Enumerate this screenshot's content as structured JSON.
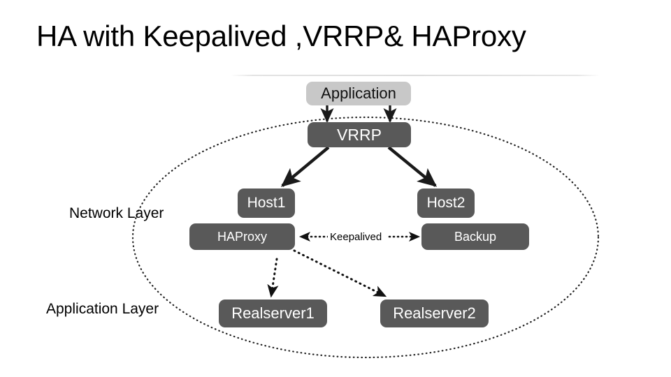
{
  "slide": {
    "title": "HA with Keepalived ,VRRP& HAProxy",
    "background_color": "#ffffff"
  },
  "diagram": {
    "boundary_shape": "dotted-ellipse",
    "colors": {
      "node_dark": "#595959",
      "node_light": "#c8c8c8",
      "node_dark_text": "#ffffff",
      "node_light_text": "#111111",
      "arrow_solid": "#1a1a1a",
      "arrow_dotted": "#111111",
      "boundary": "#222222",
      "divider": "#dcdcdc"
    },
    "nodes": [
      {
        "id": "application",
        "label": "Application",
        "style": "light"
      },
      {
        "id": "vrrp",
        "label": "VRRP",
        "style": "dark"
      },
      {
        "id": "host1",
        "label": "Host1",
        "style": "dark"
      },
      {
        "id": "host2",
        "label": "Host2",
        "style": "dark"
      },
      {
        "id": "haproxy",
        "label": "HAProxy",
        "style": "dark"
      },
      {
        "id": "backup",
        "label": "Backup",
        "style": "dark"
      },
      {
        "id": "realserver1",
        "label": "Realserver1",
        "style": "dark"
      },
      {
        "id": "realserver2",
        "label": "Realserver2",
        "style": "dark"
      }
    ],
    "layer_labels": [
      {
        "id": "network-layer",
        "label": "Network Layer"
      },
      {
        "id": "application-layer",
        "label": "Application Layer"
      }
    ],
    "edge_labels": [
      {
        "id": "keepalived",
        "label": "Keepalived"
      }
    ]
  }
}
